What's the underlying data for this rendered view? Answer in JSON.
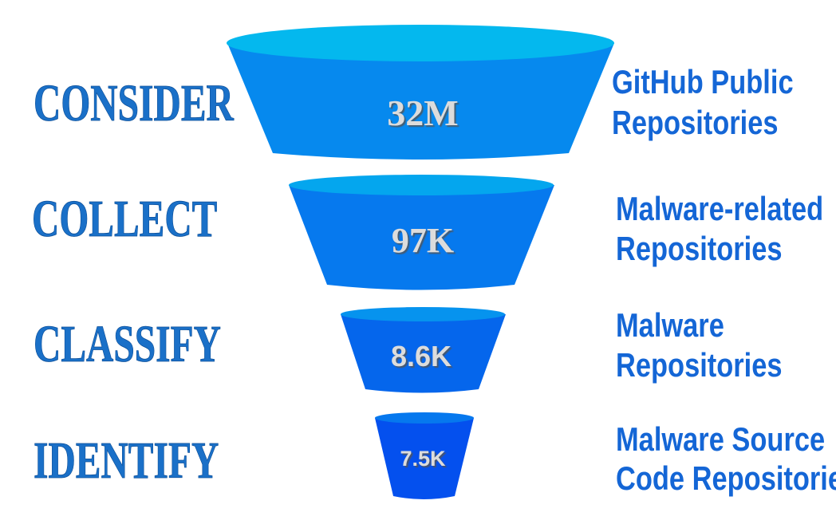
{
  "title": "Malware repository funnel",
  "colors": {
    "top": "#04b8ee",
    "stage1": "#0689ee",
    "stage2": "#0679ee",
    "stage3": "#0566ec",
    "stage4": "#0450ee",
    "stage_label": "#1a70c8",
    "desc_label": "#1466d6"
  },
  "stages": [
    {
      "stage": "CONSIDER",
      "value": "32M",
      "desc_line1": "GitHub Public",
      "desc_line2": "Repositories"
    },
    {
      "stage": "COLLECT",
      "value": "97K",
      "desc_line1": "Malware-related",
      "desc_line2": "Repositories"
    },
    {
      "stage": "CLASSIFY",
      "value": "8.6K",
      "desc_line1": "Malware",
      "desc_line2": "Repositories"
    },
    {
      "stage": "IDENTIFY",
      "value": "7.5K",
      "desc_line1": "Malware Source",
      "desc_line2": "Code Repositories"
    }
  ]
}
